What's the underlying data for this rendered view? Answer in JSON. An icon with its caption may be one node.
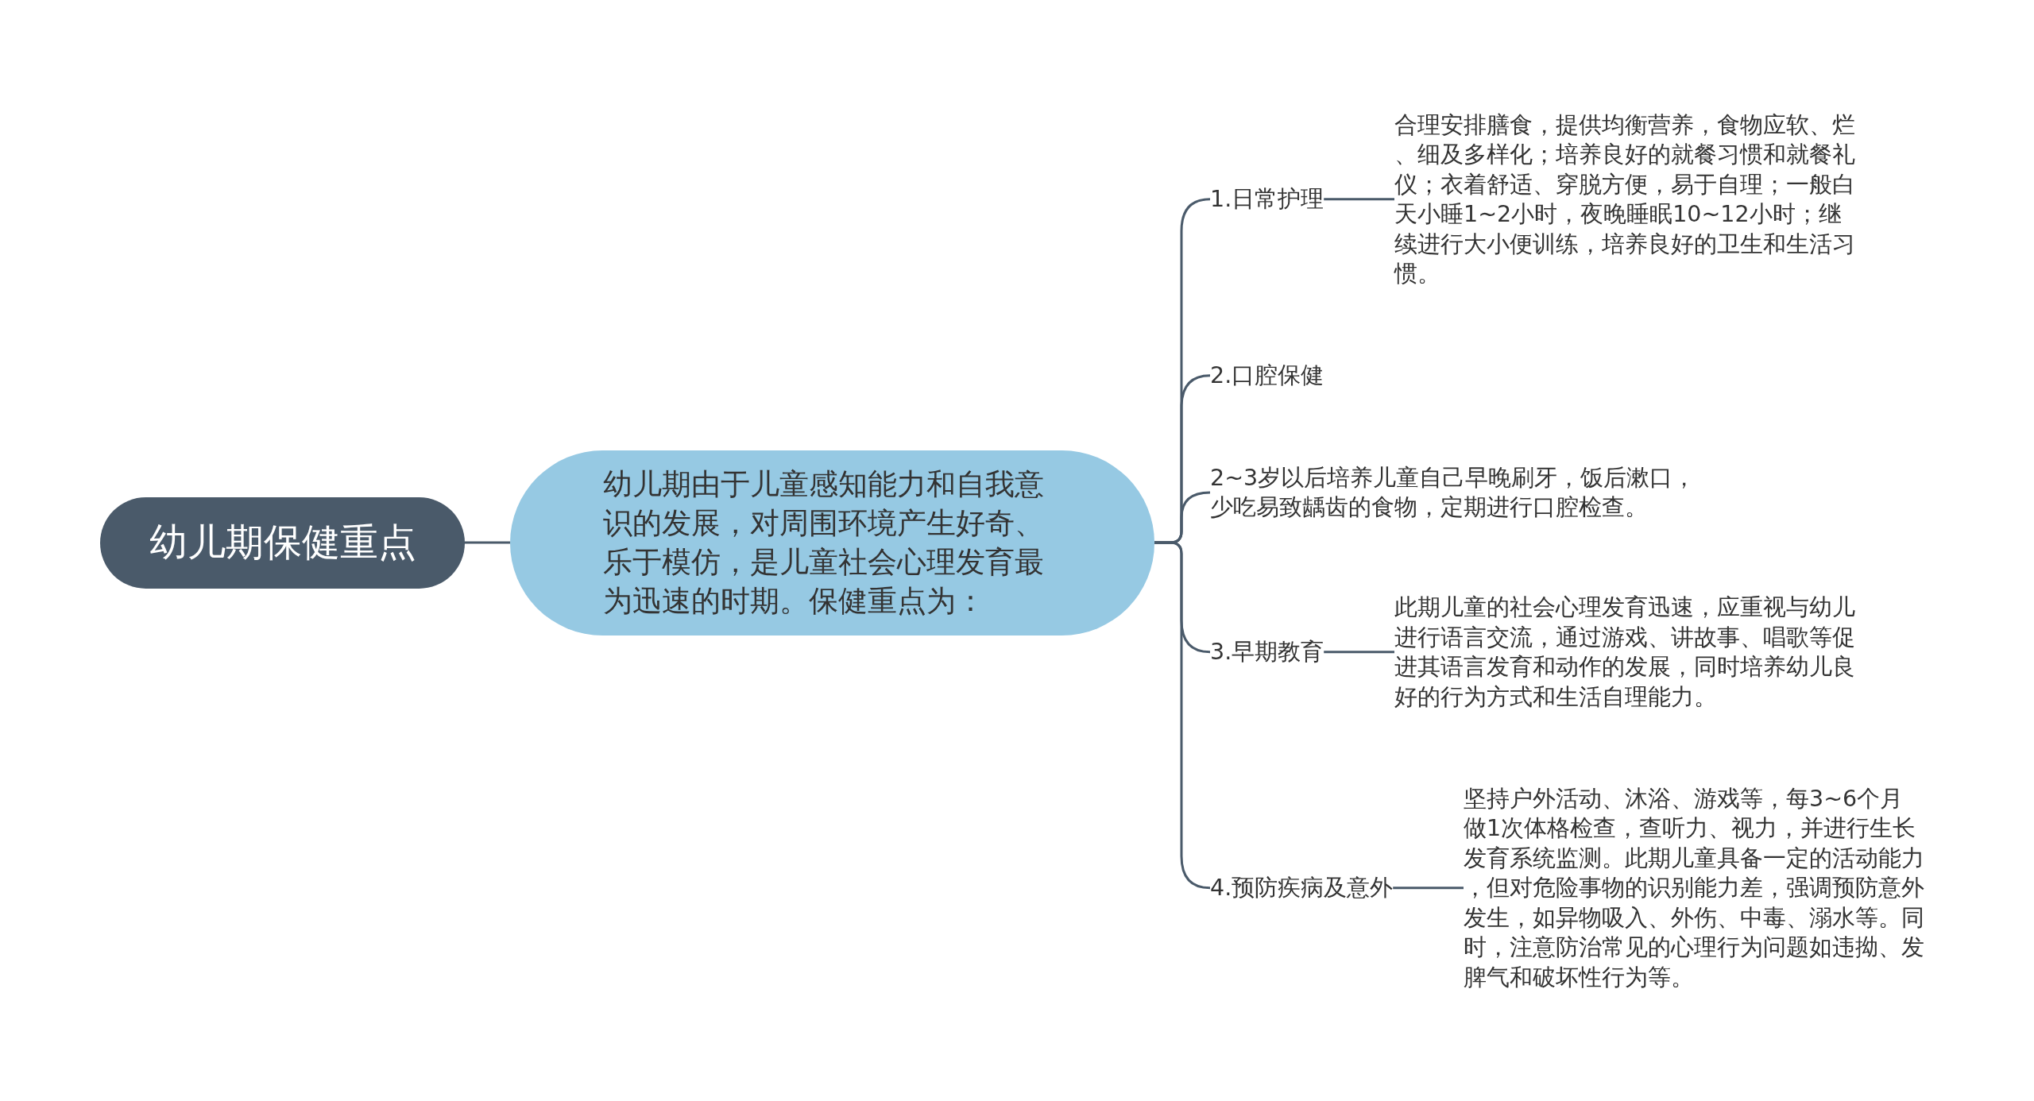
{
  "diagram": {
    "nodes": [
      {
        "text": [
          "幼儿期保健重点"
        ]
      },
      {
        "text": [
          "幼儿期由于儿童感知能力和自我意识的发展，对周围环境产生好奇、乐于模仿，是儿童社会心理发育最为迅速的时期。保健重点为："
        ]
      },
      {
        "text": [
          "1.日常护理"
        ]
      },
      {
        "text": [
          "合理安排膳食，提供均衡营养，食物应软、烂、细及多样化；培养良好的就餐习惯和就餐礼仪；衣着舒适、穿脱方便，易于自理；一般白天小睡1~2小时，夜晚睡眠10~12小时；继续进行大小便训练，培养良好的卫生和生活习惯。"
        ]
      },
      {
        "text": [
          "2.口腔保健"
        ]
      },
      {
        "text": [
          "2~3岁以后培养儿童自己早晚刷牙，饭后漱口，少吃易致龋齿的食物，定期进行口腔检查。"
        ]
      },
      {
        "text": [
          "3.早期教育"
        ]
      },
      {
        "text": [
          "此期儿童的社会心理发育迅速，应重视与幼儿进行语言交流，通过游戏、讲故事、唱歌等促进其语言发育和动作的发展，同时培养幼儿良好的行为方式和生活自理能力。"
        ]
      },
      {
        "text": [
          "4.预防疾病及意外"
        ]
      },
      {
        "text": [
          "坚持户外活动、沐浴、游戏等，每3~6个月做1次体格检查，查听力、视力，并进行生长发育系统监测。此期儿童具备一定的活动能力，但对危险事物的识别能力差，强调预防意外发生，如异物吸入、外伤、中毒、溺水等。同时，注意防治常见的心理行为问题如违拗、发脾气和破坏性行为等。"
        ]
      }
    ],
    "edges": [
      {
        "from": 0,
        "to": 1,
        "arrow": "none"
      },
      {
        "from": 1,
        "to": 2,
        "arrow": "none"
      },
      {
        "from": 1,
        "to": 4,
        "arrow": "none"
      },
      {
        "from": 1,
        "to": 5,
        "arrow": "none"
      },
      {
        "from": 1,
        "to": 6,
        "arrow": "none"
      },
      {
        "from": 1,
        "to": 8,
        "arrow": "none"
      },
      {
        "from": 2,
        "to": 3,
        "arrow": "none"
      },
      {
        "from": 6,
        "to": 7,
        "arrow": "none"
      },
      {
        "from": 8,
        "to": 9,
        "arrow": "none"
      }
    ]
  }
}
